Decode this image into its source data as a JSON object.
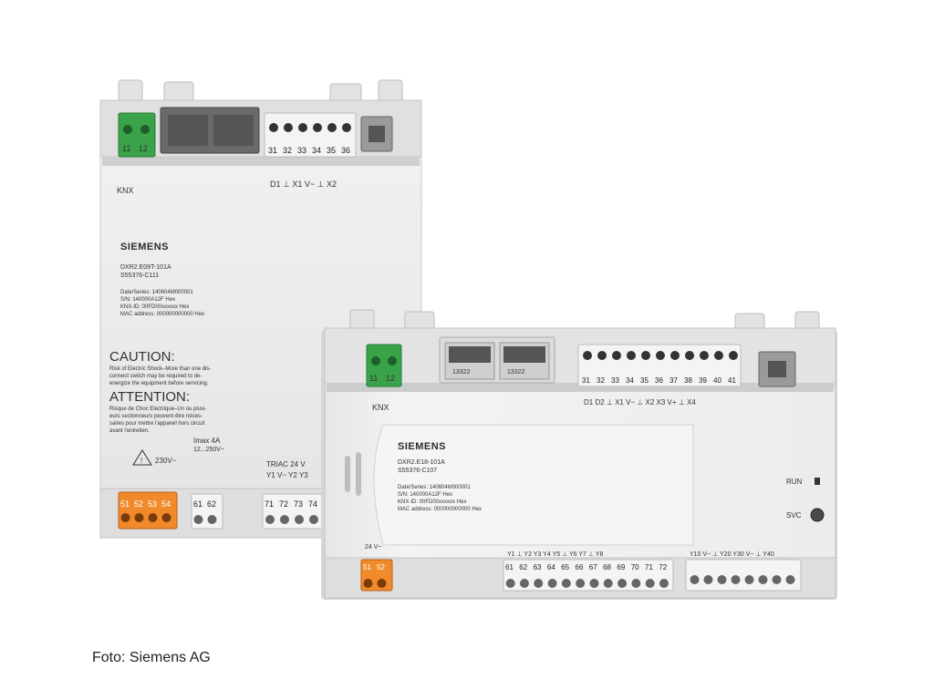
{
  "caption": "Foto: Siemens AG",
  "device_back": {
    "brand": "SIEMENS",
    "model": "DXR2.E09T-101A",
    "article": "S55376-C111",
    "date_series": "Date/Series: 140604M000001",
    "serial": "S/N: 140000A12F Hex",
    "knx_id": "KNX-ID: 00FD00xxxxxx Hex",
    "mac": "MAC address: 000000000000 Hex",
    "caution_title": "CAUTION:",
    "caution_lines": [
      "Risk of Electric Shock–More than one dis-",
      "connect switch may be required to de-",
      "energize the equipment before servicing."
    ],
    "attention_title": "ATTENTION:",
    "attention_lines": [
      "Risque de Choc Electrique–Un ou plusi-",
      "eurs sectionneurs peuvent être néces-",
      "saires pour mettre l'appareil hors circuit",
      "avant l'entretien."
    ],
    "knx_terminal": [
      "11",
      "12"
    ],
    "top_terminals": [
      "31",
      "32",
      "33",
      "34",
      "35",
      "36"
    ],
    "top_labels": "D1  ⊥  X1  V~  ⊥  X2",
    "knx_label": "KNX",
    "power_terminals": [
      "51",
      "52",
      "53",
      "54"
    ],
    "power_label": "230V~",
    "relay_terminals": [
      "61",
      "62"
    ],
    "relay_label": "Imax 4A",
    "relay_range": "12...250V~",
    "triac_label": "TRIAC 24 V",
    "triac_terminals": [
      "71",
      "72",
      "73",
      "74"
    ],
    "triac_outputs": "Y1  V~  Y2  Y3"
  },
  "device_front": {
    "brand": "SIEMENS",
    "model": "DXR2.E18-101A",
    "article": "S55376-C107",
    "date_series": "Date/Series: 140604M000001",
    "serial": "S/N: 140000A12F Hex",
    "knx_id": "KNX-ID: 00FD00xxxxxx Hex",
    "mac": "MAC address: 000000000000 Hex",
    "run_label": "RUN",
    "svc_label": "SVC",
    "knx_terminal": [
      "11",
      "12"
    ],
    "knx_label": "KNX",
    "eth_labels": [
      "13322",
      "13322"
    ],
    "top_terminals": [
      "31",
      "32",
      "33",
      "34",
      "35",
      "36",
      "37",
      "38",
      "39",
      "40",
      "41"
    ],
    "top_labels": "D1  D2  ⊥  X1  V~  ⊥  X2  X3  V+  ⊥  X4",
    "power_terminals": [
      "51",
      "52"
    ],
    "power_label": "24 V~",
    "output_terminals": [
      "61",
      "62",
      "63",
      "64",
      "65",
      "66",
      "67",
      "68",
      "69",
      "70",
      "71",
      "72"
    ],
    "output_labels": "Y1 ⊥ Y2 Y3   Y4 Y5 ⊥ Y6 Y7 ⊥ Y8",
    "output_labels2": "Y10 V~ ⊥ Y20 Y30 V~ ⊥ Y40"
  },
  "colors": {
    "housing": "#ececec",
    "housing_shade": "#d9d9d9",
    "green_terminal": "#3aa34a",
    "orange_terminal": "#f08a2a",
    "white_terminal": "#f4f4f4",
    "usb": "#9a9a9a"
  }
}
